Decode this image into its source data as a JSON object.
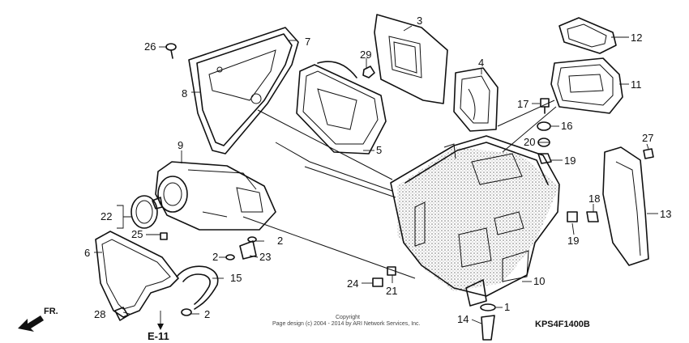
{
  "callouts": {
    "c1": "1",
    "c2a": "2",
    "c2b": "2",
    "c2c": "2",
    "c3": "3",
    "c4": "4",
    "c5": "5",
    "c6": "6",
    "c7": "7",
    "c8": "8",
    "c9": "9",
    "c10": "10",
    "c11": "11",
    "c12": "12",
    "c13": "13",
    "c14": "14",
    "c15": "15",
    "c16": "16",
    "c17": "17",
    "c19a": "19",
    "c19b": "19",
    "c20": "20",
    "c21": "21",
    "c22": "22",
    "c23": "23",
    "c24": "24",
    "c25": "25",
    "c26": "26",
    "c27": "27",
    "c28": "28",
    "c29": "29",
    "c18": "18"
  },
  "reference": {
    "e11": "E-11",
    "front": "FR."
  },
  "diagram_code": "KPS4F1400B",
  "copyright": {
    "line1": "Copyright",
    "line2": "Page design (c) 2004 - 2014 by ARI Network Services, Inc."
  },
  "icons": {
    "front_arrow": "front-direction-arrow-icon",
    "down_arrow": "arrow-down-icon"
  }
}
